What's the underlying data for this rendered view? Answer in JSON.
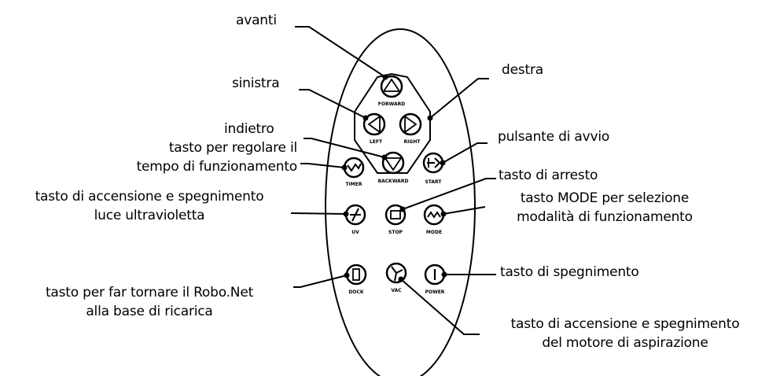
{
  "callouts": {
    "forward": "avanti",
    "left": "sinistra",
    "right": "destra",
    "back": "indietro",
    "timer_1": "tasto per regolare il",
    "timer_2": "tempo di funzionamento",
    "start": "pulsante di avvio",
    "stop": "tasto di arresto",
    "uv_1": "tasto di accensione e spegnimento",
    "uv_2": "luce ultravioletta",
    "mode_1": "tasto MODE per selezione",
    "mode_2": "modalità di funzionamento",
    "dock_1": "tasto per far tornare il Robo.Net",
    "dock_2": "alla base di ricarica",
    "power": "tasto di spegnimento",
    "vac_1": "tasto di accensione e spegnimento",
    "vac_2": "del motore di aspirazione"
  },
  "button_labels": {
    "forward": "FORWARD",
    "left": "LEFT",
    "right": "RIGHT",
    "timer": "TIMER",
    "backward": "BACKWARD",
    "start": "START",
    "uv": "UV",
    "stop": "STOP",
    "mode": "MODE",
    "dock": "DOCK",
    "vac": "VAC",
    "power": "POWER"
  }
}
